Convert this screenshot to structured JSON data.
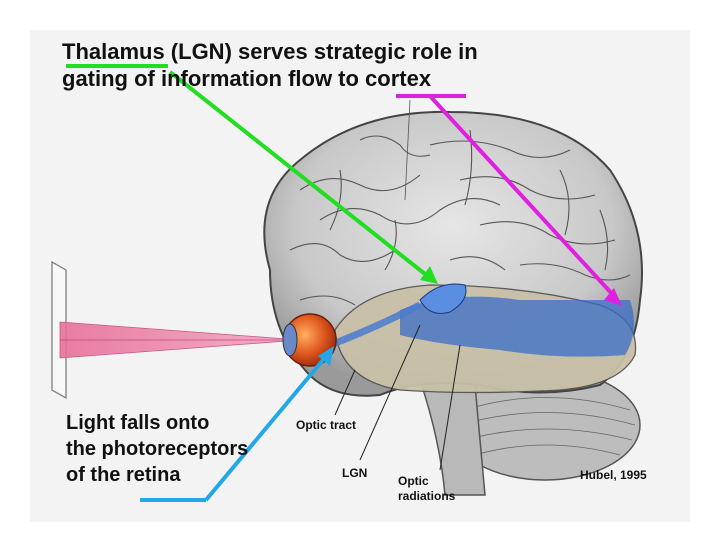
{
  "title_line1": "Thalamus (LGN) serves strategic role in",
  "title_line2": "gating of information flow to cortex",
  "caption_line1": "Light falls onto",
  "caption_line2": "the photoreceptors",
  "caption_line3": "of the retina",
  "labels": {
    "optic_tract": "Optic tract",
    "lgn": "LGN",
    "optic_radiations_1": "Optic",
    "optic_radiations_2": "radiations",
    "credit": "Hubel, 1995"
  },
  "colors": {
    "green_arrow": "#22dd22",
    "magenta_arrow": "#e020e0",
    "cyan_arrow": "#22a8e8",
    "visual_pathway": "#3a6ec8",
    "light_beam": "#e8709a"
  }
}
